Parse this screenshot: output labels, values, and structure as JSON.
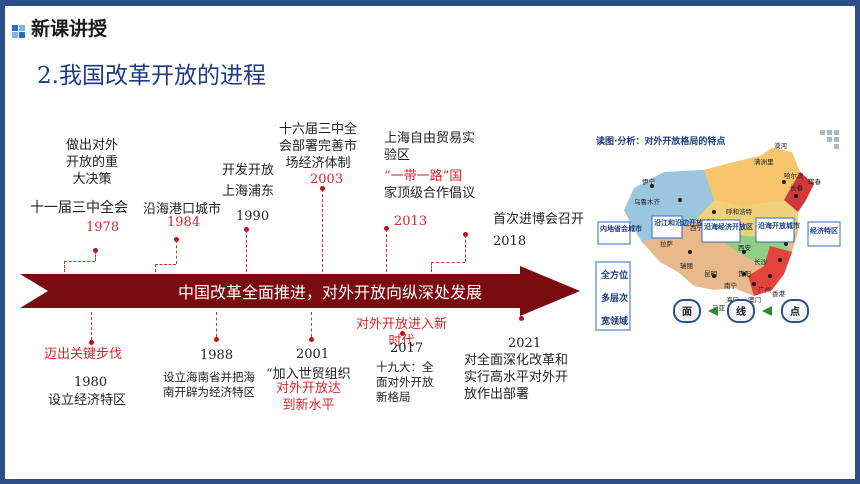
{
  "header": {
    "title": "新课讲授"
  },
  "section": {
    "title": "2.我国改革开放的进程"
  },
  "arrow": {
    "text": "中国改革全面推进，对外开放向纵深处发展"
  },
  "above": [
    {
      "label": "十一届三中全会",
      "year": "1978"
    },
    {
      "label": "沿海港口城市",
      "year": "1984"
    },
    {
      "label_lines": [
        "开发开放",
        "上海浦东"
      ],
      "year": "1990"
    },
    {
      "label_lines": [
        "十六届三中全",
        "会部署完善市",
        "场经济体制"
      ],
      "year": "2003"
    },
    {
      "label_lines": [
        "上海自由贸易实",
        "验区"
      ],
      "line2": "“一带一路”国",
      "line3": "家顶级合作倡议",
      "year": "2013"
    },
    {
      "label": "首次进博会召开",
      "year": "2018"
    },
    {
      "label_lines": [
        "做出对外",
        "开放的重",
        "大决策"
      ]
    }
  ],
  "below": [
    {
      "red": "迈出关键步伐",
      "year": "1980",
      "label": "设立经济特区"
    },
    {
      "year": "1988",
      "label_lines": [
        "设立海南省并把海",
        "南开辟为经济特区"
      ]
    },
    {
      "year": "2001",
      "label": "“加入世贸组织",
      "red_lines": [
        "对外开放达",
        "到新水平"
      ]
    },
    {
      "red_lines": [
        "对外开放进入新",
        "时代"
      ],
      "year": "2017",
      "label_lines": [
        "十九大：全",
        "面对外开放",
        "新格局"
      ]
    },
    {
      "year": "2021",
      "label_lines": [
        "对全面深化改革和",
        "实行高水平对外开",
        "放作出部署"
      ]
    }
  ],
  "map": {
    "caption": "读图·分析：对外开放格局的特点",
    "cities": [
      "漠河",
      "满洲里",
      "哈尔滨",
      "长春",
      "珲春",
      "伊宁",
      "乌鲁木齐",
      "呼和浩特",
      "西宁",
      "拉萨",
      "西安",
      "长沙",
      "昆明",
      "南宁",
      "瑞丽",
      "贵阳",
      "广州",
      "香港",
      "澳门",
      "海口",
      "三亚"
    ],
    "regions": [
      "沿江和沿边开放城市",
      "内地省会城市",
      "沿海经济开放区",
      "沿海开放城市",
      "经济特区"
    ],
    "features": [
      "全方位",
      "多层次",
      "宽领域"
    ],
    "buttons": {
      "face": "面",
      "line": "线",
      "point": "点"
    }
  }
}
